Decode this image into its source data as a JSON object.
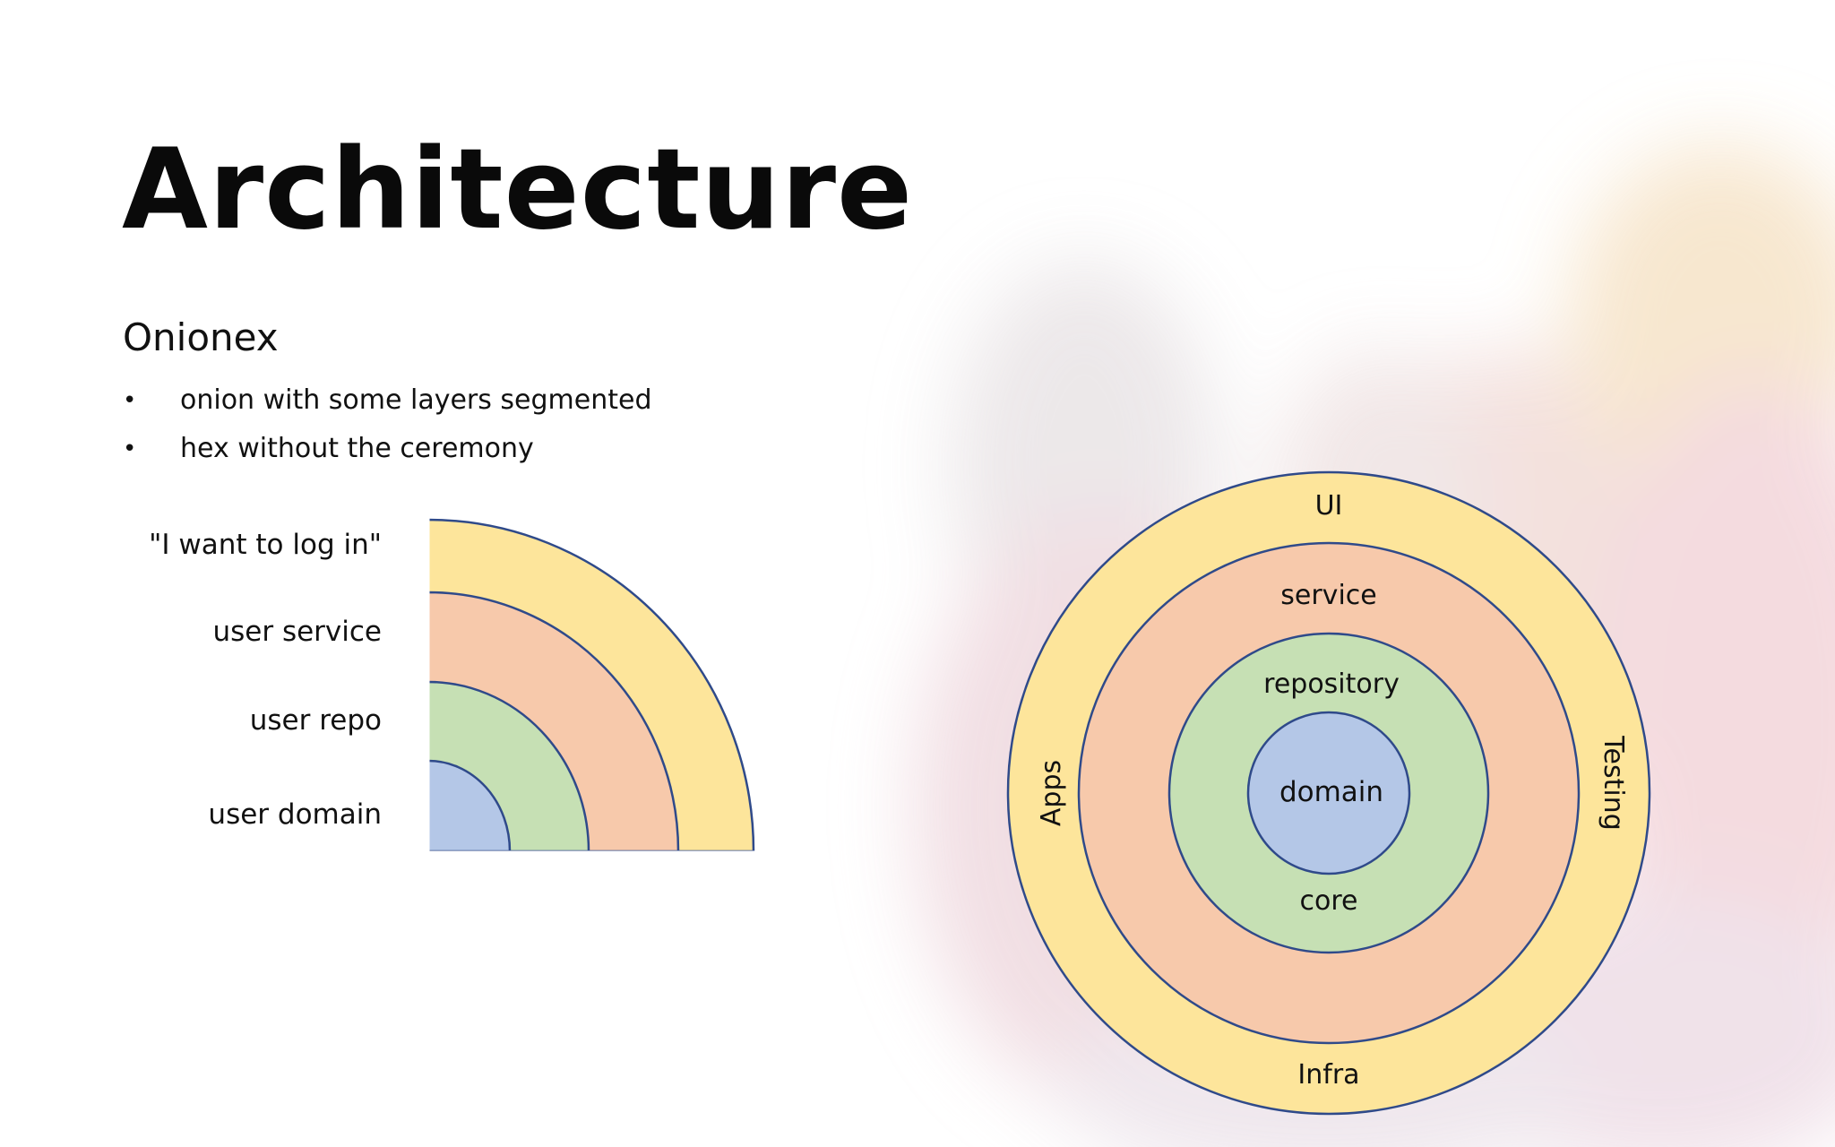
{
  "title": "Architecture",
  "subtitle": "Onionex",
  "bullets": [
    "onion with some layers segmented",
    "hex without the ceremony"
  ],
  "quarter_diagram": {
    "labels": [
      "\"I want to log in\"",
      "user service",
      "user repo",
      "user domain"
    ]
  },
  "onion_diagram": {
    "outer_ring": {
      "top": "UI",
      "left": "Apps",
      "right": "Testing",
      "bottom": "Infra"
    },
    "service_ring": "service",
    "core_ring": {
      "top": "repository",
      "bottom": "core"
    },
    "center": "domain"
  },
  "colors": {
    "yellow": "#FDE59B",
    "orange": "#F7C9AB",
    "green": "#C6E0B4",
    "blue": "#B4C7E7",
    "stroke": "#2F4A8A"
  }
}
